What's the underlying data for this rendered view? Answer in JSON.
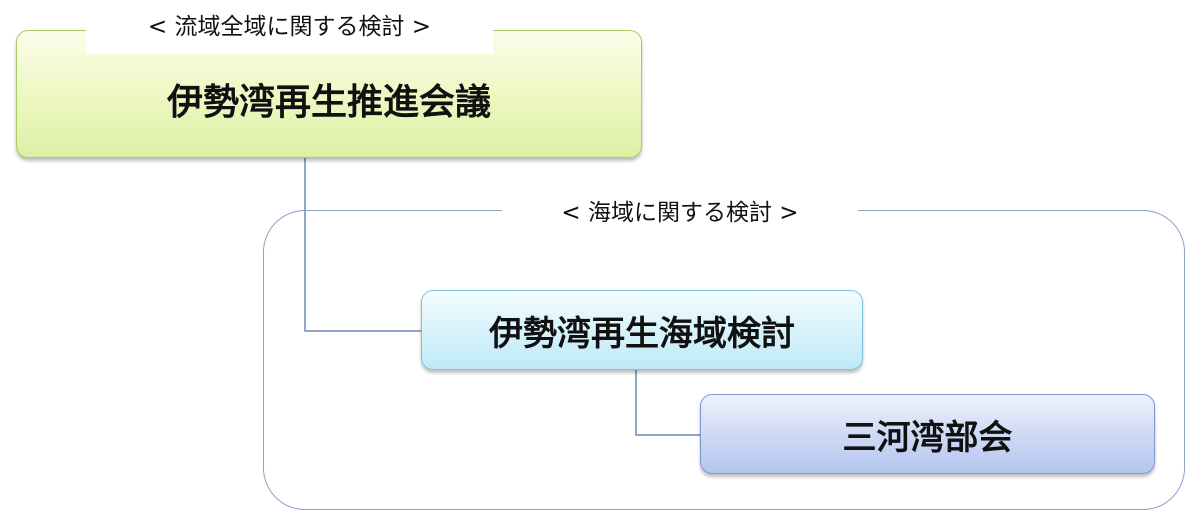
{
  "diagram": {
    "top_section_label": "< 流域全域に関する検討 >",
    "sea_section_label": "< 海域に関する検討 >",
    "nodes": {
      "council": "伊勢湾再生推進会議",
      "sea_study": "伊勢湾再生海域検討",
      "mikawa": "三河湾部会"
    },
    "colors": {
      "council_fill": "#e8f5b8",
      "sea_study_fill": "#d2f0fa",
      "mikawa_fill": "#c8d6f3",
      "frame_border": "#8aa4c8",
      "connector": "#6f88b8"
    }
  }
}
